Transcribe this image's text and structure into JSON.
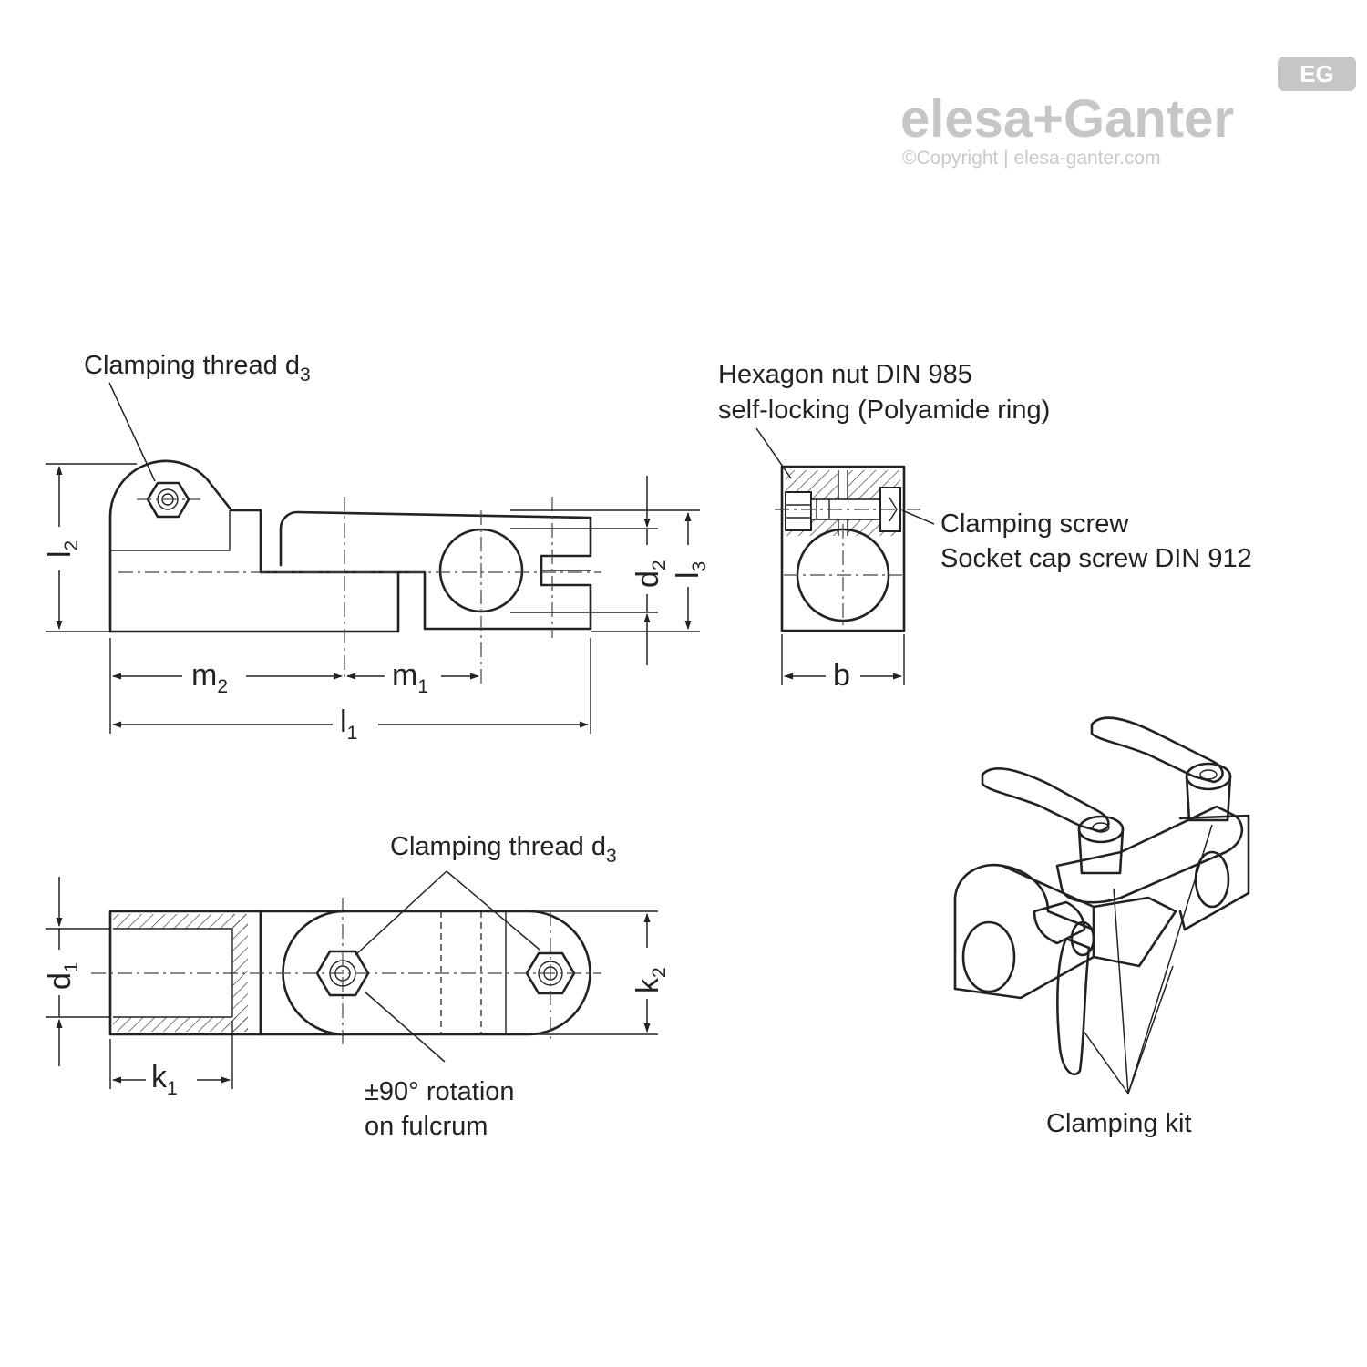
{
  "brand": {
    "name": "elesa+Ganter",
    "copyright": "©Copyright | elesa-ganter.com",
    "badge": "EG"
  },
  "side_view": {
    "clamping_thread_label": "Clamping thread d",
    "clamping_thread_sub": "3",
    "dims": {
      "l2": {
        "sym": "l",
        "sub": "2"
      },
      "d2": {
        "sym": "d",
        "sub": "2"
      },
      "l3": {
        "sym": "l",
        "sub": "3"
      },
      "m2": {
        "sym": "m",
        "sub": "2"
      },
      "m1": {
        "sym": "m",
        "sub": "1"
      },
      "l1": {
        "sym": "l",
        "sub": "1"
      }
    }
  },
  "end_view": {
    "nut_label_line1": "Hexagon nut  DIN 985",
    "nut_label_line2": "self-locking (Polyamide ring)",
    "screw_label_line1": "Clamping screw",
    "screw_label_line2": "Socket cap screw DIN 912",
    "dims": {
      "b": {
        "sym": "b"
      }
    }
  },
  "top_view": {
    "clamping_thread_label": "Clamping thread d",
    "clamping_thread_sub": "3",
    "rotation_line1": "±90° rotation",
    "rotation_line2": "on fulcrum",
    "dims": {
      "d1": {
        "sym": "d",
        "sub": "1"
      },
      "k1": {
        "sym": "k",
        "sub": "1"
      },
      "k2": {
        "sym": "k",
        "sub": "2"
      }
    }
  },
  "iso_view": {
    "clamping_kit_label": "Clamping kit"
  }
}
